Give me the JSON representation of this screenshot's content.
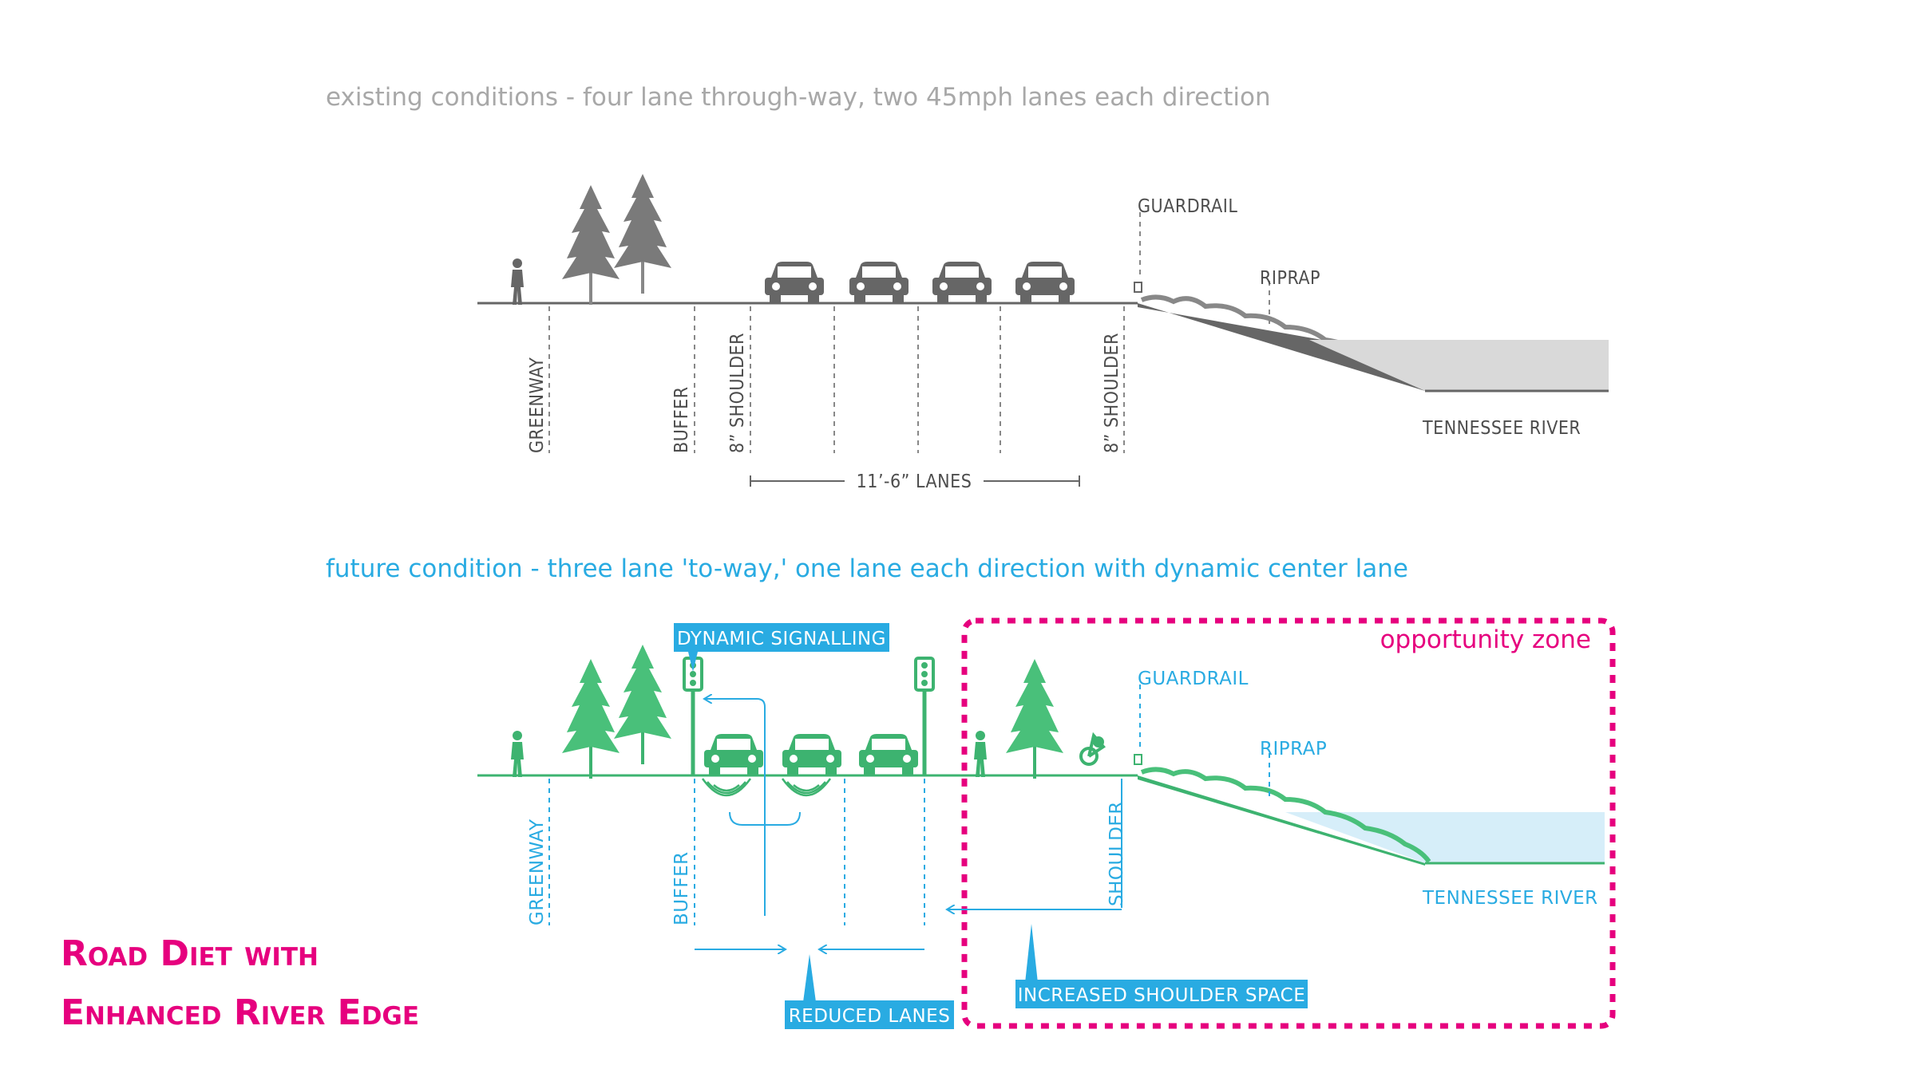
{
  "existing": {
    "title": "existing conditions - four lane through-way, two 45mph lanes each direction",
    "labels": {
      "guardrail": "GUARDRAIL",
      "riprap": "RIPRAP",
      "river": "TENNESSEE RIVER",
      "greenway": "GREENWAY",
      "buffer": "BUFFER",
      "shoulder_left": "8” SHOULDER",
      "shoulder_right": "8” SHOULDER",
      "lanes": "11’-6” LANES"
    }
  },
  "future": {
    "title": "future condition - three lane 'to-way,' one lane each direction with dynamic center lane",
    "labels": {
      "dynamic_signalling": "DYNAMIC SIGNALLING",
      "opportunity_zone": "opportunity zone",
      "guardrail": "GUARDRAIL",
      "riprap": "RIPRAP",
      "river": "TENNESSEE RIVER",
      "greenway": "GREENWAY",
      "buffer": "BUFFER",
      "shoulder": "SHOULDER",
      "reduced_lanes": "REDUCED LANES",
      "increased_shoulder": "INCREASED SHOULDER SPACE"
    }
  },
  "heading": {
    "line1": "Road Diet with",
    "line2": "Enhanced River Edge"
  },
  "colors": {
    "existing": "#666666",
    "future_green": "#3db370",
    "future_blue": "#29abe2",
    "accent_magenta": "#e6007e",
    "water_existing": "#d9d9d9",
    "water_future": "#d6eef9"
  }
}
